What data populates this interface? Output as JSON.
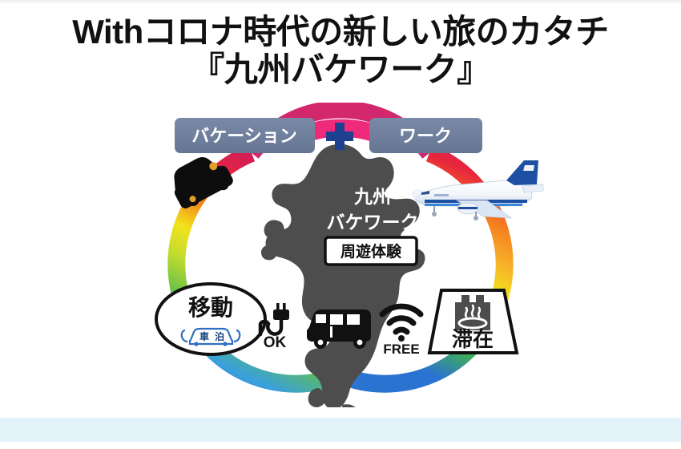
{
  "title": {
    "line1": "Withコロナ時代の新しい旅のカタチ",
    "line2": "『九州バケワーク』"
  },
  "banner": {
    "left_label": "バケーション",
    "plus_symbol": "＋",
    "right_label": "ワーク",
    "box_color": "#6c7d9b",
    "plus_color": "#1f3f8f",
    "arc_magenta": "#ef2a7b"
  },
  "center": {
    "map_name": "kyushu-map-silhouette",
    "map_color": "#4d4d4d",
    "heading_line1": "九州",
    "heading_line2": "バケワーク",
    "badge_label": "周遊体験"
  },
  "ring": {
    "name": "rainbow-cycle-ring",
    "stops": [
      {
        "pos": "bottom",
        "color": "#2b73d0"
      },
      {
        "pos": "lower-left",
        "color": "#3aa0dd"
      },
      {
        "pos": "left",
        "color": "#62bf4a"
      },
      {
        "pos": "upper-left",
        "color": "#f2e31c"
      },
      {
        "pos": "top-left",
        "color": "#f07c1e"
      },
      {
        "pos": "top",
        "color": "#e8253c"
      },
      {
        "pos": "top-center",
        "color": "#ef2a7b"
      },
      {
        "pos": "top-right",
        "color": "#e8253c"
      },
      {
        "pos": "upper-right",
        "color": "#f5a623"
      },
      {
        "pos": "right",
        "color": "#f2e31c"
      },
      {
        "pos": "lower-right",
        "color": "#62bf4a"
      },
      {
        "pos": "bottom-right",
        "color": "#2b73d0"
      }
    ]
  },
  "nodes": {
    "move": {
      "label": "移動",
      "sub_icon": "car-stay-badge-icon",
      "sub_kanji_1": "車",
      "sub_kanji_2": "泊"
    },
    "stay": {
      "label": "滞在",
      "icon": "onsen-hotspring-icon"
    }
  },
  "amenities": [
    {
      "icon": "power-plug-icon",
      "label": "OK"
    },
    {
      "icon": "camper-van-icon",
      "label": ""
    },
    {
      "icon": "wifi-icon",
      "label": "FREE"
    }
  ],
  "vehicles": [
    {
      "icon": "airplane-icon",
      "name": "ana-airplane"
    },
    {
      "icon": "car-silhouette-icon",
      "name": "black-car"
    }
  ],
  "bottom_band_color": "#e2f2f8"
}
